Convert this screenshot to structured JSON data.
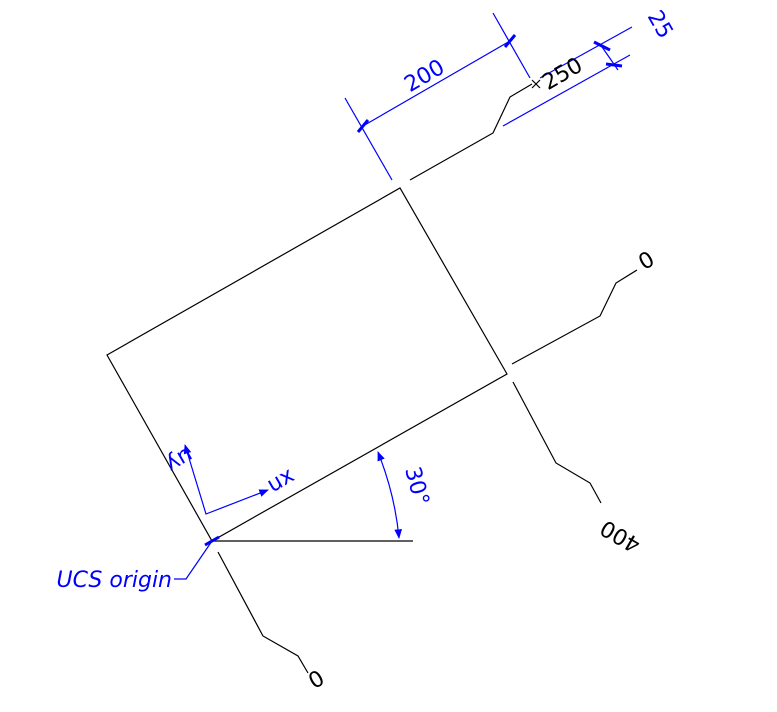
{
  "colors": {
    "geometry": "#000000",
    "annotation": "#0000ff"
  },
  "labels": {
    "dim_200": "200",
    "dim_25": "25",
    "coord_250": "250",
    "coord_0_top": "0",
    "coord_400": "400",
    "coord_0_bottom": "0",
    "axis_ux": "ux",
    "axis_uy": "uy",
    "angle": "30°",
    "ucs_origin": "UCS origin"
  }
}
